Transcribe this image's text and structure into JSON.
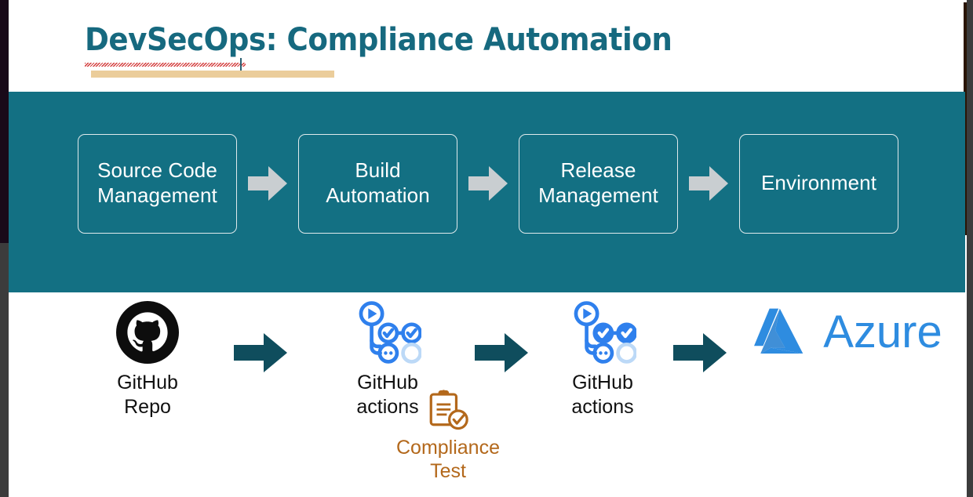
{
  "slide": {
    "title": "DevSecOps: Compliance Automation",
    "title_color": "#16697f",
    "accent_bar_color": "#ebcd9b",
    "spellcheck_underline_color": "#d03030",
    "banner_color": "#137083",
    "banner_arrow_color": "#c9ced1",
    "flow_arrow_color": "#0f4d5d",
    "background_color": "#ffffff"
  },
  "process": {
    "boxes": [
      {
        "label": "Source Code\nManagement",
        "line1": "Source Code",
        "line2": "Management"
      },
      {
        "label": "Build\nAutomation",
        "line1": "Build",
        "line2": "Automation"
      },
      {
        "label": "Release\nManagement",
        "line1": "Release",
        "line2": "Management"
      },
      {
        "label": "Environment",
        "line1": "Environment",
        "line2": ""
      }
    ],
    "arrow_icon": "arrow-right-icon",
    "arrow_count": 3
  },
  "tools": {
    "nodes": [
      {
        "icon": "github-octocat-icon",
        "icon_color": "#000000",
        "line1": "GitHub",
        "line2": "Repo"
      },
      {
        "icon": "github-actions-icon",
        "icon_color": "#2f80ed",
        "line1": "GitHub",
        "line2": "actions"
      },
      {
        "icon": "github-actions-icon",
        "icon_color": "#2f80ed",
        "line1": "GitHub",
        "line2": "actions"
      },
      {
        "icon": "azure-logo-icon",
        "icon_color": "#2e8ce0",
        "line1": "Azure",
        "line2": ""
      }
    ],
    "arrow_icon": "arrow-right-icon",
    "arrow_count": 3
  },
  "compliance": {
    "icon": "clipboard-check-icon",
    "icon_color": "#b3681b",
    "line1": "Compliance",
    "line2": "Test",
    "text_color": "#b3681b"
  }
}
